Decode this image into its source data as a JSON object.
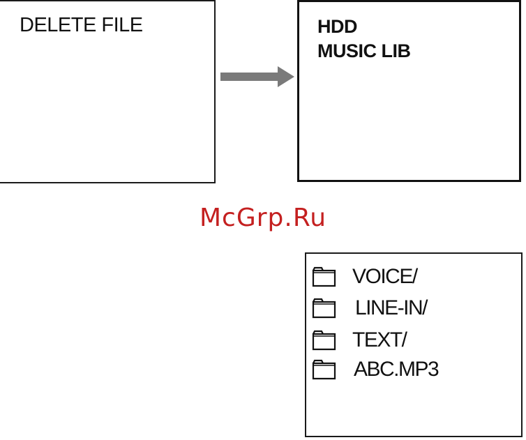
{
  "screens": {
    "delete": {
      "line1": "DELETE FILE"
    },
    "hdd": {
      "line1": "HDD",
      "line2": "MUSIC LIB"
    },
    "files": {
      "items": [
        {
          "name": "VOICE/",
          "icon": "folder-icon"
        },
        {
          "name": "LINE-IN/",
          "icon": "folder-icon"
        },
        {
          "name": "TEXT/",
          "icon": "folder-icon"
        },
        {
          "name": "ABC.MP3",
          "icon": "folder-icon"
        }
      ]
    }
  },
  "watermark": "McGrp.Ru",
  "colors": {
    "border": "#111111",
    "arrow": "#7a7a7a",
    "watermark": "#c42020"
  }
}
